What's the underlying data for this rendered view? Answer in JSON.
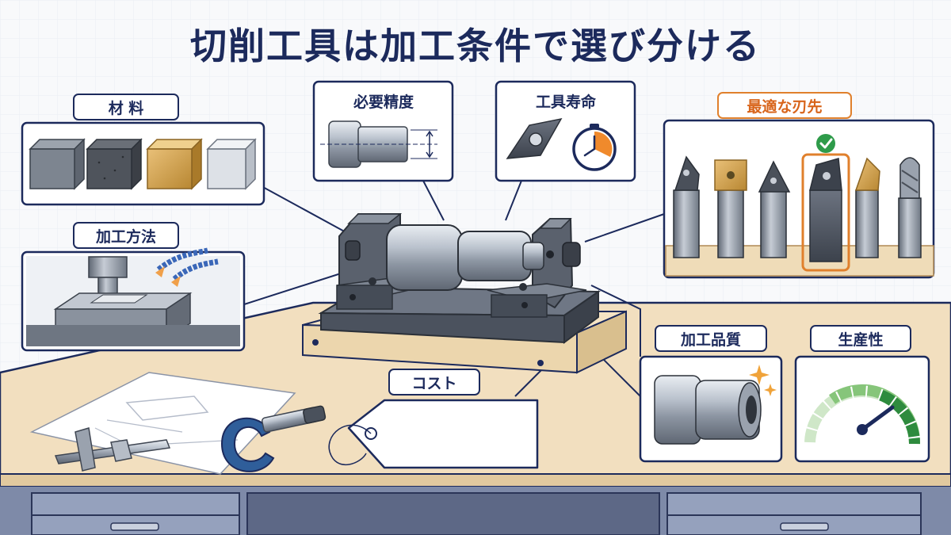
{
  "title": "切削工具は加工条件で選び分ける",
  "labels": {
    "material": "材 料",
    "method": "加工方法",
    "precision": "必要精度",
    "tool_life": "工具寿命",
    "best_tip": "最適な刃先",
    "quality": "加工品質",
    "productivity": "生産性",
    "cost": "コスト"
  },
  "colors": {
    "navy": "#1c2a5c",
    "accent_orange": "#e0802c",
    "check_green": "#2e9b4a",
    "desk": "#f2dfbf",
    "cabinet": "#7e8aa8"
  },
  "icons": [
    "metal-block-icon",
    "insert-icon",
    "clock-icon",
    "check-icon",
    "sparkle-icon",
    "price-tag-icon",
    "gauge-icon"
  ]
}
